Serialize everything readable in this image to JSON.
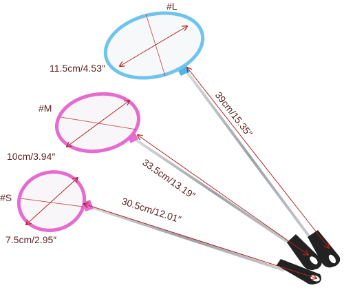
{
  "product": {
    "nets": [
      {
        "size_tag": "#L",
        "color": "#6fc4ec",
        "diameter": "11.5cm/4.53″",
        "length": "39cm/15.35″"
      },
      {
        "size_tag": "#M",
        "color": "#e56bd0",
        "diameter": "10cm/3.94″",
        "length": "33.5cm/13.19″"
      },
      {
        "size_tag": "#S",
        "color": "#e56bd0",
        "diameter": "7.5cm/2.95″",
        "length": "30.5cm/12.01″"
      }
    ],
    "dimension_line_color": "#b22222",
    "handle_color": "#222222",
    "rod_color": "#b9bcc0"
  }
}
